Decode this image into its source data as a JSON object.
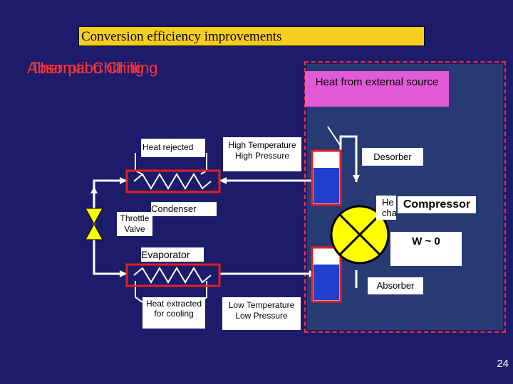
{
  "title": "Conversion efficiency improvements",
  "subtitle_a": "Absorption Chilling",
  "subtitle_b": "Thermal Chilling",
  "labels": {
    "heat_external": "Heat from external source",
    "heat_rejected": "Heat rejected",
    "high_temp": "High Temperature",
    "high_press": "High Pressure",
    "desorber": "Desorber",
    "condenser": "Condenser",
    "throttle": "Throttle",
    "valve": "Valve",
    "heat_exchanger_a": "He",
    "heat_exchanger_b": "cha",
    "compressor": "Compressor",
    "work": "W ~ 0",
    "evaporator": "Evaporator",
    "absorber": "Absorber",
    "heat_extracted": "Heat extracted",
    "for_cooling": "for cooling",
    "low_temp": "Low Temperature",
    "low_press": "Low Pressure"
  },
  "page_number": "24",
  "colors": {
    "background": "#1c1c6b",
    "title_bg": "#f7ce1f",
    "accent_red": "#ff3333",
    "pipe": "#ffffff",
    "hx_border": "#e02020",
    "tank_fill": "#1f3fcc",
    "valve_fill": "#ffff00"
  }
}
